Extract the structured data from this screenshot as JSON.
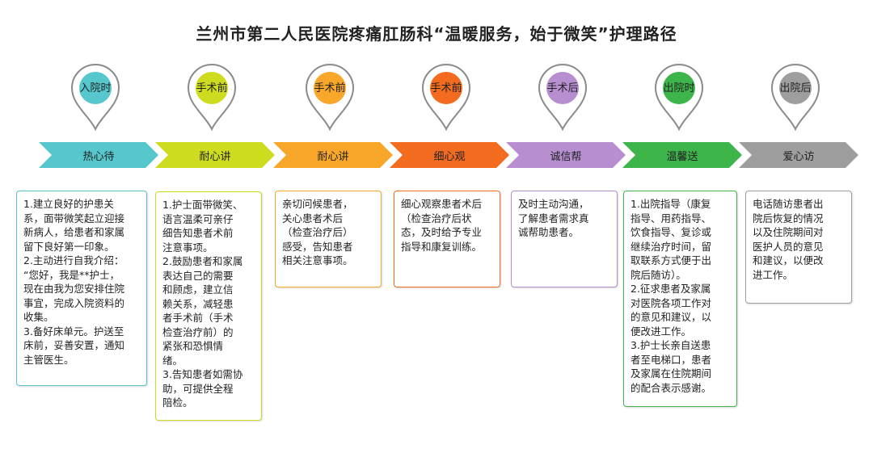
{
  "title": "兰州市第二人民医院疼痛肛肠科“温暖服务，始于微笑”护理路径",
  "stages": [
    {
      "pin": "入院时",
      "arrow": "热心待",
      "color": "#56c7cc",
      "text": "1.建立良好的护患关\n系，面带微笑起立迎接\n新病人，给患者和家属\n留下良好第一印象。\n2.主动进行自我介绍：\n“您好，我是**护士，\n现在由我为您安排住院\n事宜，完成入院资料的\n收集。\n3.备好床单元。护送至\n床前，妥善安置，通知\n主管医生。"
    },
    {
      "pin": "手术前",
      "arrow": "耐心讲",
      "color": "#cddc1e",
      "text": "1.护士面带微笑、\n语言温柔可亲仔\n细告知患者术前\n注意事项。\n2.鼓励患者和家属\n表达自己的需要\n和顾虑，建立信\n赖关系，减轻患\n者手术前（手术\n检查治疗前）的\n紧张和恐惧情\n绪。\n3.告知患者如需协\n助，可提供全程\n陪检。"
    },
    {
      "pin": "手术前",
      "arrow": "耐心讲",
      "color": "#f9a72b",
      "text": "亲切问候患者，\n关心患者术后\n（检查治疗后）\n感受，告知患者\n相关注意事项。"
    },
    {
      "pin": "手术前",
      "arrow": "细心观",
      "color": "#f26b1f",
      "text": "细心观察患者术后\n（检查治疗后状\n态，及时给予专业\n指导和康复训练。"
    },
    {
      "pin": "手术后",
      "arrow": "诚信帮",
      "color": "#b78fd0",
      "text": "及时主动沟通，\n了解患者需求真\n诚帮助患者。"
    },
    {
      "pin": "出院时",
      "arrow": "温馨送",
      "color": "#3db54a",
      "text": "1.出院指导（康复\n指导、用药指导、\n饮食指导、复诊或\n继续治疗时间，留\n取联系方式便于出\n院后随访）。\n2.征求患者及家属\n对医院各项工作对\n的意见和建议，以\n便改进工作。\n3.护士长亲自送患\n者至电梯口，患者\n及家属在住院期间\n的配合表示感谢。"
    },
    {
      "pin": "出院后",
      "arrow": "爱心访",
      "color": "#9e9e9e",
      "text": "电话随访患者出\n院后恢复的情况\n以及住院期间对\n医护人员的意见\n和建议，以便改\n进工作。"
    }
  ]
}
